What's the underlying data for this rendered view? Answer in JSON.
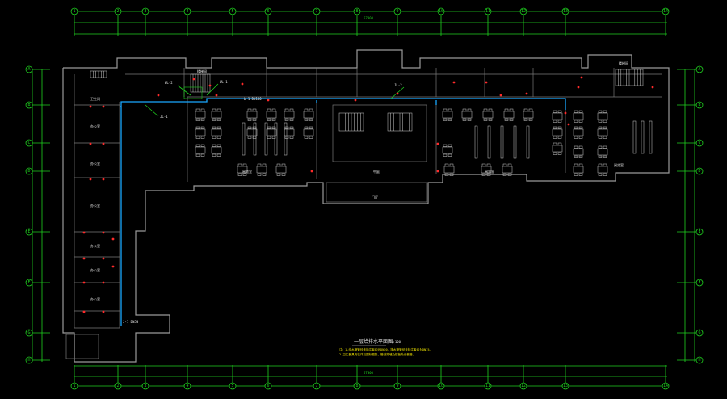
{
  "drawing": {
    "title": "一层给排水平面图",
    "title_scale": "1:100",
    "notes": [
      "注：1.给水管管径未标注者均为DN20，排水管管径未标注者均为DN75。",
      "2.卫生器具安装详见国标图集，管道穿墙及楼板处设套管。"
    ],
    "overall_dim_top": "57000",
    "overall_dim_bottom": "57000"
  },
  "grid_axes": {
    "top": [
      "1",
      "2",
      "3",
      "4",
      "5",
      "6",
      "7",
      "8",
      "9",
      "10",
      "11",
      "12",
      "13",
      "14"
    ],
    "bottom": [
      "1",
      "2",
      "3",
      "4",
      "5",
      "6",
      "7",
      "8",
      "9",
      "10",
      "11",
      "12",
      "13",
      "14"
    ],
    "left": [
      "A",
      "B",
      "C",
      "D",
      "E",
      "F",
      "G",
      "H"
    ],
    "right": [
      "A",
      "B",
      "C",
      "D",
      "E",
      "F",
      "G",
      "H"
    ]
  },
  "colors": {
    "grid": "#1fd11f",
    "wall": "#9a9a9a",
    "water_pipe": "#19a8ff",
    "fixture": "#ff2a2a",
    "note": "#f2e600"
  },
  "room_labels": [
    "卫生间",
    "办公室",
    "办公室",
    "办公室",
    "办公室",
    "办公室",
    "办公室",
    "阅览室",
    "中庭",
    "阅览室",
    "阅览室",
    "楼梯间",
    "楼梯间",
    "门厅"
  ],
  "pipe_labels": [
    "JL-1",
    "WL-1",
    "JL-2",
    "WL-2",
    "J-1 DN50",
    "W-1 DN100"
  ]
}
